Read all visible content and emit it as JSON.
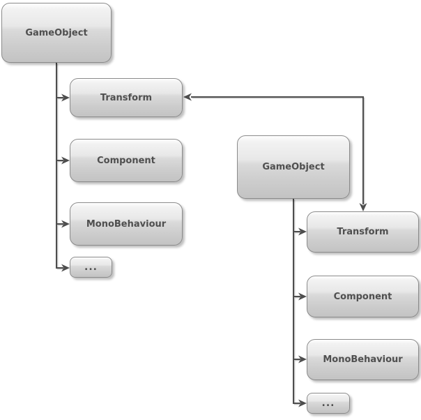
{
  "diagram": {
    "type": "hierarchy-diagram",
    "background": "#ffffff",
    "colors": {
      "box_border": "#8a8a8a",
      "box_gradient_top": "#fefefe",
      "box_gradient_bottom": "#c3c3c3",
      "text": "#4f4f4f",
      "line": "#4d4d4d",
      "line_echo": "#cccccc"
    },
    "nodes": [
      {
        "id": "gameobject-1",
        "label": "GameObject"
      },
      {
        "id": "transform-1",
        "label": "Transform"
      },
      {
        "id": "component-1",
        "label": "Component"
      },
      {
        "id": "monobehaviour-1",
        "label": "MonoBehaviour"
      },
      {
        "id": "dots-1",
        "label": "..."
      },
      {
        "id": "gameobject-2",
        "label": "GameObject"
      },
      {
        "id": "transform-2",
        "label": "Transform"
      },
      {
        "id": "component-2",
        "label": "Component"
      },
      {
        "id": "monobehaviour-2",
        "label": "MonoBehaviour"
      },
      {
        "id": "dots-2",
        "label": "..."
      }
    ],
    "edges": [
      {
        "from": "gameobject-1",
        "to": "transform-1",
        "arrow": "end"
      },
      {
        "from": "gameobject-1",
        "to": "component-1",
        "arrow": "end"
      },
      {
        "from": "gameobject-1",
        "to": "monobehaviour-1",
        "arrow": "end"
      },
      {
        "from": "gameobject-1",
        "to": "dots-1",
        "arrow": "end"
      },
      {
        "from": "gameobject-2",
        "to": "transform-2",
        "arrow": "end"
      },
      {
        "from": "gameobject-2",
        "to": "component-2",
        "arrow": "end"
      },
      {
        "from": "gameobject-2",
        "to": "monobehaviour-2",
        "arrow": "end"
      },
      {
        "from": "gameobject-2",
        "to": "dots-2",
        "arrow": "end"
      },
      {
        "from": "transform-2",
        "to": "transform-1",
        "arrow": "both"
      }
    ]
  }
}
